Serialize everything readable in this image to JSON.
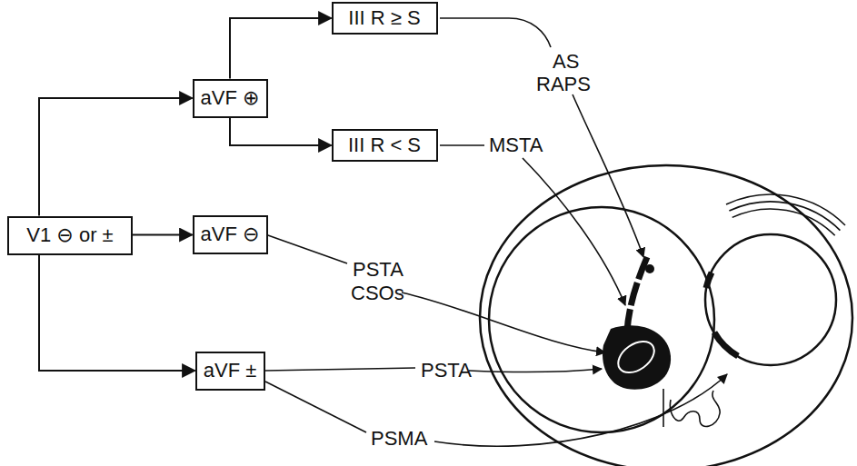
{
  "diagram": {
    "nodes": [
      {
        "text": [
          "V1 ⊖ or ±"
        ]
      },
      {
        "text": [
          "aVF ⊕"
        ]
      },
      {
        "text": [
          "III R ≥ S"
        ]
      },
      {
        "text": [
          "III R < S"
        ]
      },
      {
        "text": [
          "aVF ⊖"
        ]
      },
      {
        "text": [
          "aVF ±"
        ]
      }
    ],
    "edges": [
      {
        "from": 0,
        "to": 1,
        "arrow": "to"
      },
      {
        "from": 0,
        "to": 4,
        "arrow": "to"
      },
      {
        "from": 0,
        "to": 5,
        "arrow": "to"
      },
      {
        "from": 1,
        "to": 2,
        "arrow": "to"
      },
      {
        "from": 1,
        "to": 3,
        "arrow": "to"
      }
    ],
    "labels": [
      "AS",
      "RAPS",
      "MSTA",
      "PSTA",
      "CSOs",
      "PSTA",
      "PSMA"
    ]
  }
}
